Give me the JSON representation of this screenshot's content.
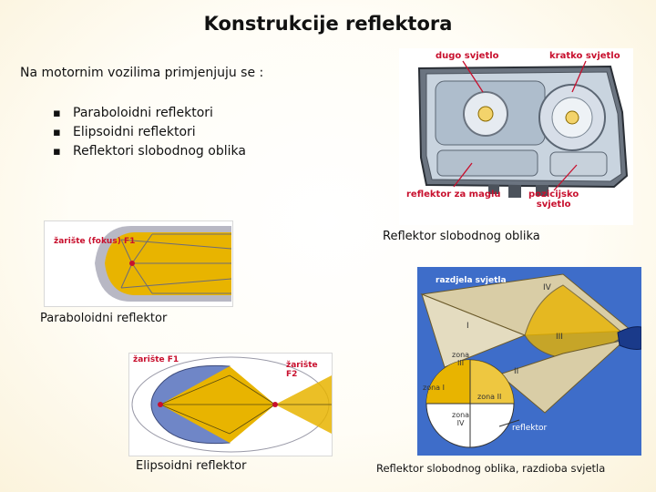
{
  "slide": {
    "title": "Konstrukcije reflektora",
    "intro": "Na motornim vozilima primjenjuju se :",
    "bullets": [
      "Paraboloidni reflektori",
      "Elipsoidni reflektori",
      "Reflektori slobodnog oblika"
    ]
  },
  "headlamp": {
    "labels": {
      "high_beam": "dugo svjetlo",
      "low_beam": "kratko svjetlo",
      "fog": "reflektor za maglu",
      "position_1": "pozicijsko",
      "position_2": "svjetlo"
    },
    "caption": "Reflektor slobodnog oblika"
  },
  "parabolic": {
    "label": "žarište (fokus) F1",
    "caption": "Paraboloidni reflektor"
  },
  "ellipsoid": {
    "label_f1": "žarište F1",
    "label_f2": "žarište F2",
    "caption": "Elipsoidni reflektor"
  },
  "distribution": {
    "labels": {
      "header": "razdjela svjetla",
      "iv": "IV",
      "i": "I",
      "iii": "III",
      "ii": "II",
      "zona_iii_1": "zona",
      "zona_iii_2": "III",
      "zona_i": "zona I",
      "zona_ii": "zona II",
      "zona_iv_1": "zona",
      "zona_iv_2": "IV",
      "reflector": "reflektor"
    },
    "caption": "Reflektor slobodnog oblika, razdioba svjetla"
  },
  "colors": {
    "beam_yellow": "#e8b400",
    "reflector_gray": "#b8b8c4",
    "ellipse_blue": "#6f86c7",
    "label_red": "#c8102e",
    "map_blue": "#3e6dc9",
    "background_cream": "#fbf3dc"
  }
}
